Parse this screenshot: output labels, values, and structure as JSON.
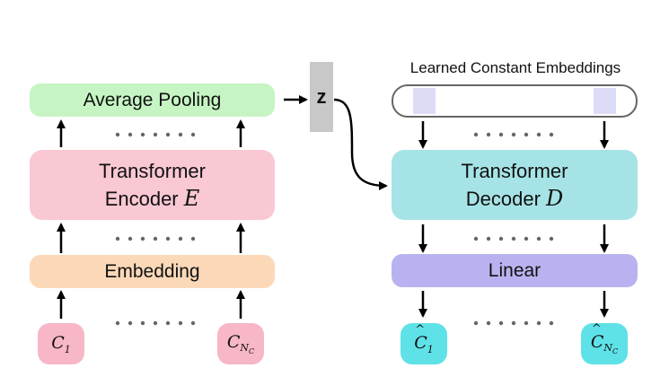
{
  "encoder": {
    "pooling_label": "Average Pooling",
    "transformer_line1": "Transformer",
    "transformer_line2": "Encoder",
    "transformer_symbol": "E",
    "embedding_label": "Embedding",
    "input_first_base": "C",
    "input_first_sub": "1",
    "input_last_base": "C",
    "input_last_sub": "N",
    "input_last_subsub": "C"
  },
  "latent": {
    "label": "z"
  },
  "decoder": {
    "constants_title": "Learned Constant Embeddings",
    "transformer_line1": "Transformer",
    "transformer_line2": "Decoder",
    "transformer_symbol": "D",
    "linear_label": "Linear",
    "output_first_base": "C",
    "output_first_sub": "1",
    "output_last_base": "C",
    "output_last_sub": "N",
    "output_last_subsub": "C"
  },
  "colors": {
    "pooling": "#c6f5c3",
    "encoder": "#f9c8d3",
    "embedding": "#fbd9b8",
    "latent": "#c8c8c8",
    "decoder": "#a6e3e6",
    "linear": "#b8b3f0",
    "constant_slot": "#dcdcf7",
    "input_token": "#f7b7c6",
    "output_token": "#5fe1e8"
  }
}
